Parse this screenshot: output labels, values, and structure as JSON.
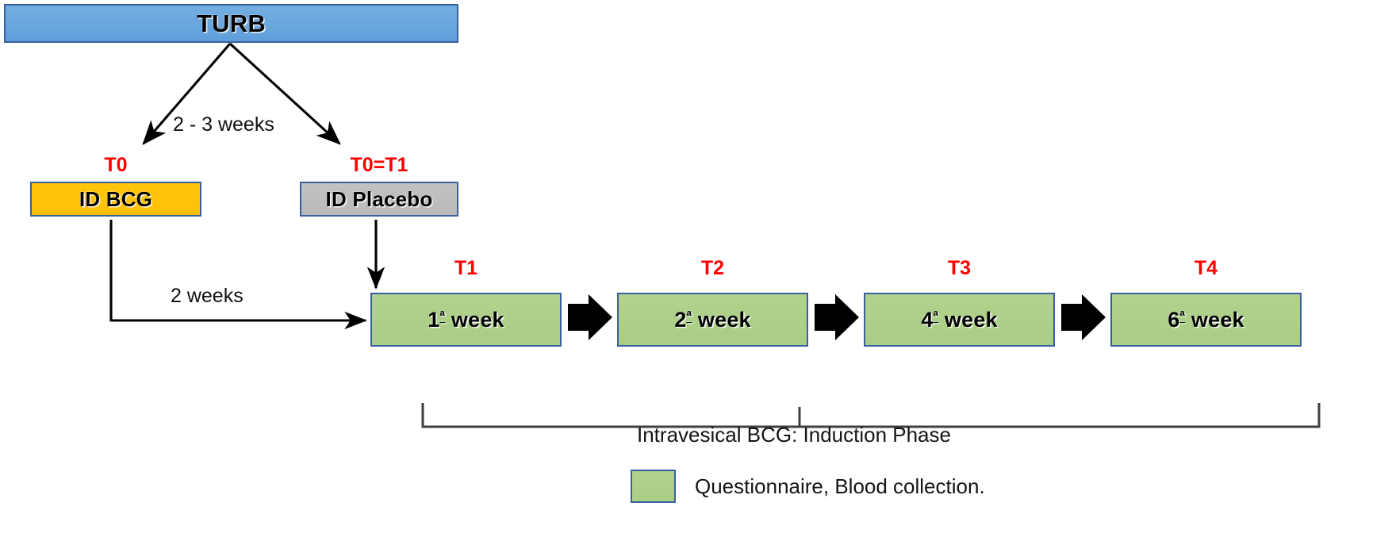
{
  "diagram": {
    "title": "TURB study flow diagram",
    "colors": {
      "turb_fill": "#6aa6de",
      "bcg_fill": "#fdc009",
      "placebo_fill": "#b9b9b9",
      "week_fill": "#a9cd84",
      "node_border": "#3a5fa0",
      "timepoint_text": "#ff0000",
      "connector": "#000000"
    }
  },
  "nodes": {
    "turb": {
      "label": "TURB"
    },
    "id_bcg": {
      "label": "ID BCG",
      "timepoint": "T0"
    },
    "id_placebo": {
      "label": "ID Placebo",
      "timepoint": "T0=T1"
    }
  },
  "weeks": [
    {
      "timepoint": "T1",
      "ordinal": "1",
      "sup": "ª",
      "unit": "week",
      "label": "1ª week"
    },
    {
      "timepoint": "T2",
      "ordinal": "2",
      "sup": "ª",
      "unit": "week",
      "label": "2ª week"
    },
    {
      "timepoint": "T3",
      "ordinal": "4",
      "sup": "ª",
      "unit": "week",
      "label": "4ª week"
    },
    {
      "timepoint": "T4",
      "ordinal": "6",
      "sup": "ª",
      "unit": "week",
      "label": "6ª week"
    }
  ],
  "edges": {
    "split_label": "2 - 3 weeks",
    "bcg_to_week1_label": "2 weeks"
  },
  "caption": {
    "phase": "Intravesical BCG:  Induction Phase"
  },
  "legend": {
    "items": [
      {
        "swatch": "#a9cd84",
        "text": "Questionnaire, Blood collection."
      }
    ]
  }
}
